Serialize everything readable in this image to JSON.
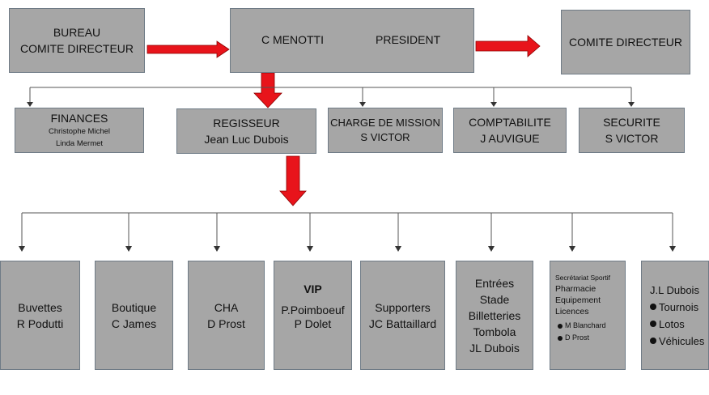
{
  "top": {
    "bureau": [
      "BUREAU",
      "COMITE DIRECTEUR"
    ],
    "president_name": "C MENOTTI",
    "president_title": "PRESIDENT",
    "comite": "COMITE DIRECTEUR"
  },
  "row2": {
    "finances": {
      "title": "FINANCES",
      "members": [
        "Christophe Michel",
        "Linda Mermet"
      ]
    },
    "regisseur": [
      "REGISSEUR",
      "Jean Luc Dubois"
    ],
    "mission": [
      "CHARGE DE MISSION",
      "S VICTOR"
    ],
    "comptabilite": [
      "COMPTABILITE",
      "J AUVIGUE"
    ],
    "securite": [
      "SECURITE",
      "S VICTOR"
    ]
  },
  "row3": {
    "buvettes": [
      "Buvettes",
      "R Podutti"
    ],
    "boutique": [
      "Boutique",
      "C James"
    ],
    "cha": [
      "CHA",
      "D Prost"
    ],
    "vip": {
      "title": "VIP",
      "lines": [
        "P.Poimboeuf",
        "P Dolet"
      ]
    },
    "supporters": [
      "Supporters",
      "JC Battaillard"
    ],
    "entrees": [
      "Entrées",
      "Stade",
      "Billetteries",
      "Tombola",
      "JL Dubois"
    ],
    "secretariat": {
      "title": "Secrétariat Sportif",
      "lines": [
        "Pharmacie",
        "Equipement",
        "Licences"
      ],
      "bullets": [
        "M Blanchard",
        "D Prost"
      ]
    },
    "jldubois": {
      "title": "J.L Dubois",
      "bullets": [
        "Tournois",
        "Lotos",
        "Véhicules"
      ]
    }
  },
  "colors": {
    "box_fill": "#a6a6a6",
    "box_border": "#6f7b86",
    "arrow_red": "#e8141b"
  }
}
